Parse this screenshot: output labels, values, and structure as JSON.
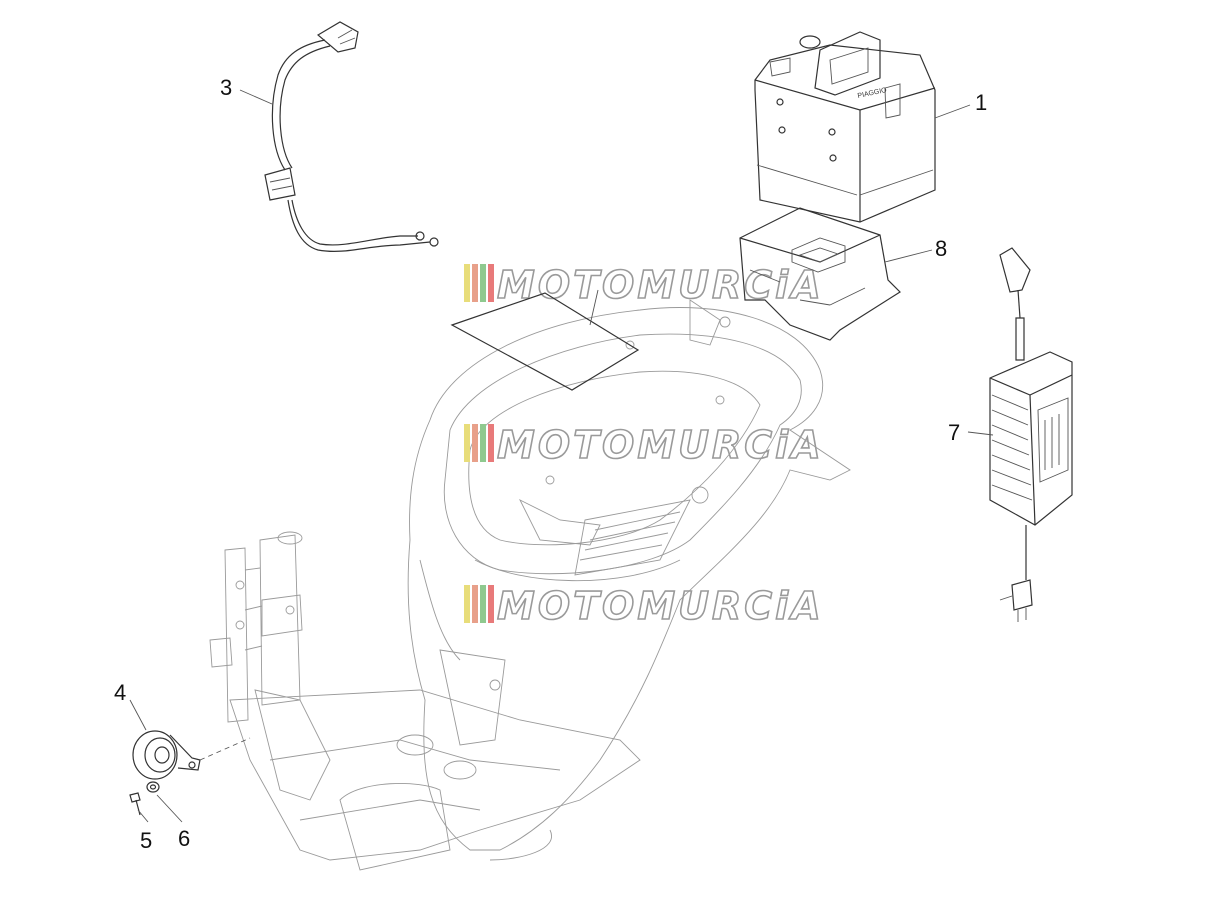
{
  "watermark": {
    "text": "MOTOMURCiA",
    "stripe_colors": [
      "#e8dd7a",
      "#e8a08a",
      "#8fc98f",
      "#e87a7a"
    ]
  },
  "callouts": [
    "1",
    "3",
    "8",
    "7",
    "4",
    "5",
    "6"
  ]
}
